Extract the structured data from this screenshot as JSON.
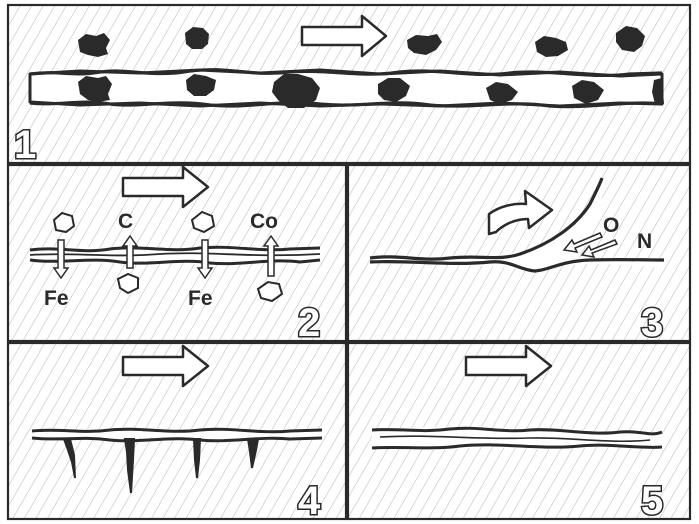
{
  "panels": [
    {
      "id": "1",
      "number": "1"
    },
    {
      "id": "2",
      "number": "2",
      "labels": {
        "c": "C",
        "co": "Co",
        "fe_left": "Fe",
        "fe_right": "Fe"
      }
    },
    {
      "id": "3",
      "number": "3",
      "labels": {
        "o": "O",
        "n": "N"
      }
    },
    {
      "id": "4",
      "number": "4"
    },
    {
      "id": "5",
      "number": "5"
    }
  ],
  "colors": {
    "ink": "#2a2a2a",
    "hatch": "#b5b5b5",
    "paper": "#ffffff"
  },
  "icons": [
    "right-arrow-icon",
    "curved-arrow-icon",
    "up-arrow-icon",
    "down-arrow-icon"
  ]
}
